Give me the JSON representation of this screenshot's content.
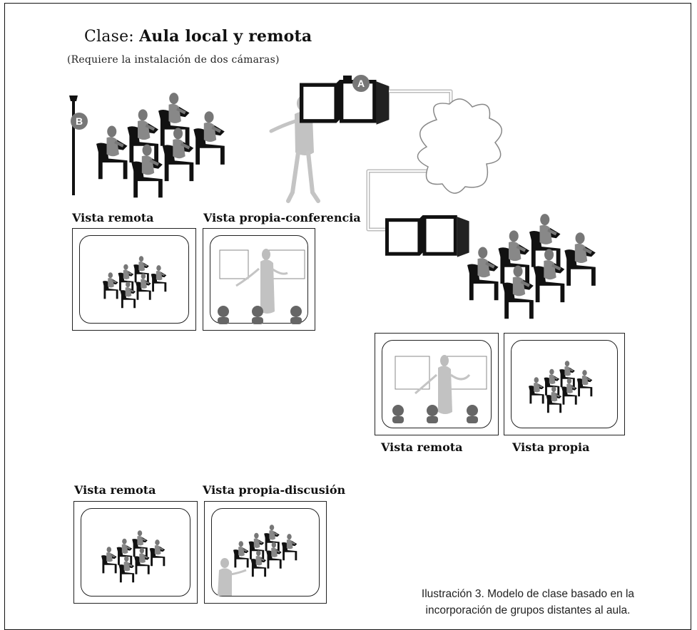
{
  "title": {
    "prefix": "Clase:",
    "main": "Aula local y remota"
  },
  "subtitle": "(Requiere la instalación de dos cámaras)",
  "markers": {
    "a": "A",
    "b": "B"
  },
  "panels": {
    "top_left_remote": "Vista remota",
    "top_left_own": "Vista propia-conferencia",
    "right_remote": "Vista remota",
    "right_own": "Vista propia",
    "bottom_remote": "Vista remota",
    "bottom_own": "Vista propia-discusión"
  },
  "caption": {
    "line1": "Ilustración 3. Modelo de clase basado en la",
    "line2": "incorporación de grupos distantes al aula."
  },
  "icons": [
    "camera-pole-icon",
    "classroom-students-icon",
    "teacher-icon",
    "monitors-icon",
    "network-cloud-icon",
    "cable-icon"
  ]
}
